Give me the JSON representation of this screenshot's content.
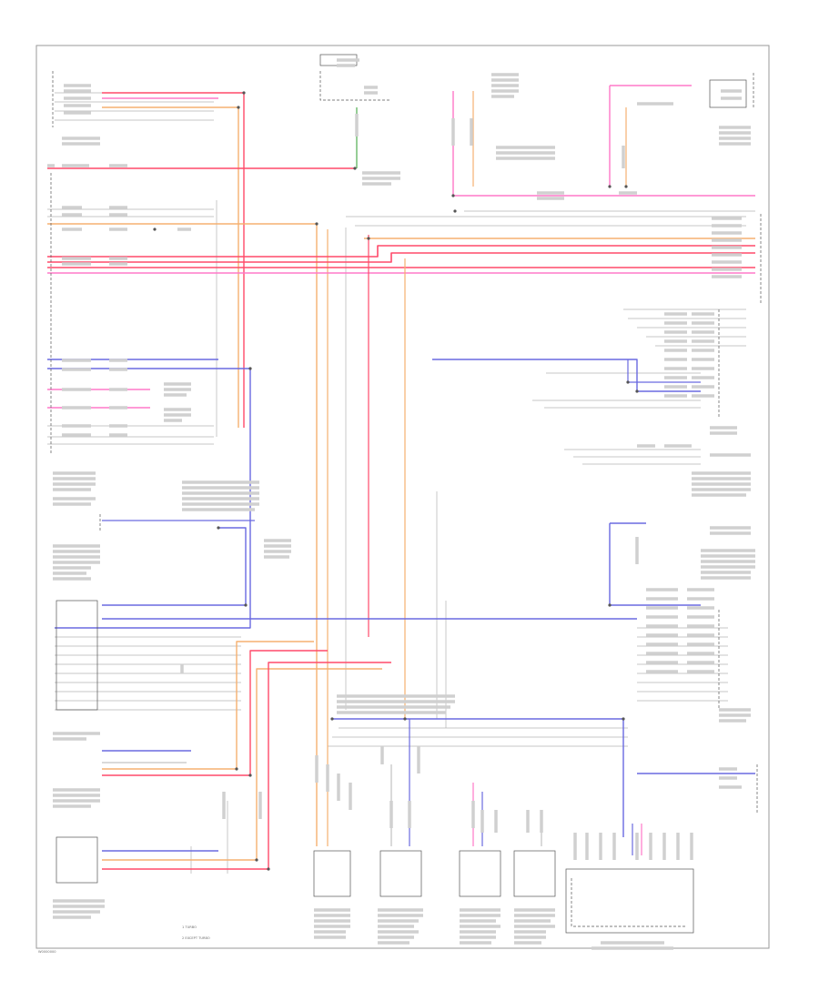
{
  "diagram": {
    "footer_code": "W0000000",
    "legend": [
      {
        "num": "1",
        "text": "TURBO"
      },
      {
        "num": "2",
        "text": "EXCEPT TURBO"
      }
    ],
    "colors": {
      "pink": "#ff78c8",
      "red": "#ff4a6a",
      "orange": "#f5b070",
      "blue": "#6a6ae0",
      "green": "#6ab86a",
      "gray": "#b4b4b4",
      "black": "#555555"
    }
  }
}
